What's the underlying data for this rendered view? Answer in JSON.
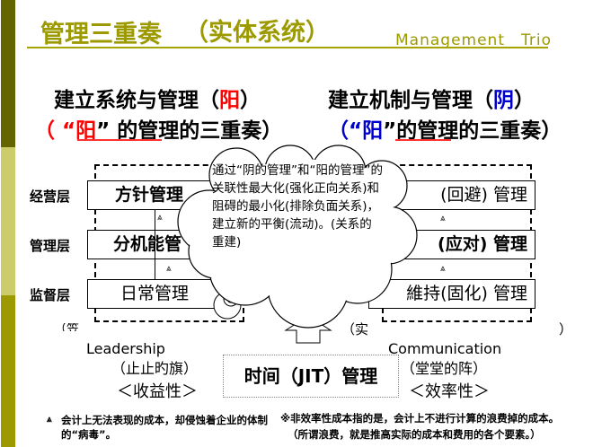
{
  "header": {
    "title": "管理三重奏",
    "subtitle": "（实体系统）",
    "english": "Management　Trio"
  },
  "left": {
    "heading_pre": "建立系统与管理（",
    "heading_mark": "阳",
    "heading_post": "）",
    "sub_pre": "（ “",
    "sub_mark": "阳",
    "sub_post": "” 的管理的三重奏）",
    "rows": [
      "方针管理",
      "分机能管",
      "日常管理"
    ],
    "clipped": "（笠",
    "english": "Leadership",
    "phrase": "（止止旳旗）",
    "property": "＜收益性＞"
  },
  "right": {
    "heading_pre": "建立机制与管理（",
    "heading_mark": "阴",
    "heading_post": "）",
    "sub_pre": "（“",
    "sub_mark": "阳",
    "sub_post": "”的管理的三重奏）",
    "rows": [
      "(回避) 管理",
      "(应对) 管理",
      "維持(固化) 管理"
    ],
    "clipped": "（实",
    "clipped_end": "）",
    "english": "Communication",
    "phrase": "（堂堂的阵）",
    "property": "＜效率性＞"
  },
  "levels": [
    "经营层",
    "管理层",
    "监督层"
  ],
  "cloud": {
    "text": "通过“阴的管理”和“阳的管理”的关联性最大化(强化正向关系)和阻碍的最小化(排除负面关系)，建立新的平衡(流动)。(关系的重建)"
  },
  "center": {
    "label": "时间（JIT）管理"
  },
  "footnotes": {
    "left_icon": "mountain-icon",
    "left": "会计上无法表现的成本，却侵蚀着企业的体制的“病毒”。",
    "right_1": "※非效率性成本指的是，会计上不进行计算的浪费掉的成本。",
    "right_2": "（所谓浪费，就是推高实际的成本和费用的各个要素。）"
  },
  "colors": {
    "accent": "#9c9a00",
    "yang": "#ff0000",
    "yin": "#0000cc"
  }
}
